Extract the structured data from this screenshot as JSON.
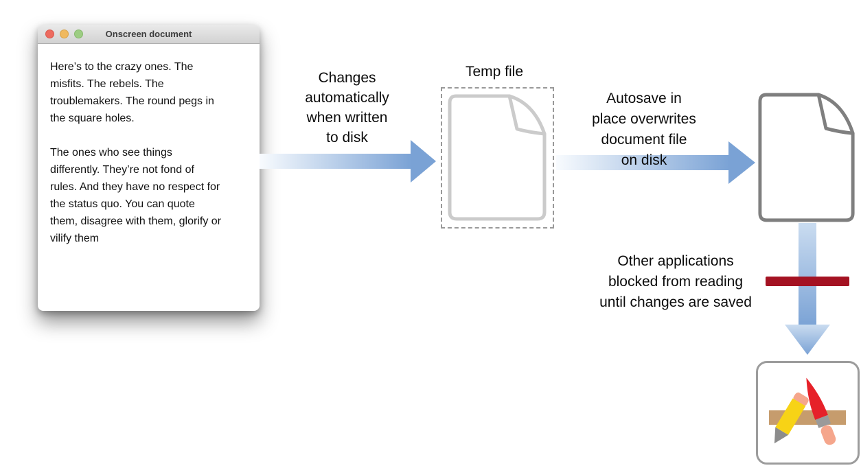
{
  "page": {
    "background": "#ffffff"
  },
  "window": {
    "title": "Onscreen document",
    "body_text": "Here’s to the crazy ones. The\nmisfits. The rebels. The\ntroublemakers. The round pegs in\nthe square holes.\n\nThe ones who see things\ndifferently. They’re not fond of\nrules. And they have no respect for\nthe status quo. You can quote\nthem, disagree with them, glorify or\nvilify them",
    "traffic_lights": [
      {
        "name": "close",
        "color": "#ed6b5f"
      },
      {
        "name": "minimize",
        "color": "#f0b95e"
      },
      {
        "name": "zoom",
        "color": "#9dcd83"
      }
    ]
  },
  "flow": {
    "step1_label": "Changes\nautomatically\nwhen written\nto disk",
    "temp_file_label": "Temp file",
    "step2_label": "Autosave in\nplace overwrites\ndocument file\non disk",
    "blocked_label": "Other applications\nblocked from reading\nuntil changes are saved"
  },
  "icons": {
    "temp_document": "document-page-folded-corner",
    "saved_document": "document-page-folded-corner",
    "applications": "pencil-brush-ruler-app-icon",
    "arrow_right_1": "gradient-arrow-right",
    "arrow_right_2": "gradient-arrow-right",
    "arrow_down": "gradient-arrow-down",
    "block_bar": "red-block-bar"
  },
  "colors": {
    "arrow_blue": "#7aa2d5",
    "arrow_gradient_start": "#f8fbfe",
    "block_bar_red": "#a41222",
    "document_outline": "#7f7f7f",
    "temp_document_outline": "#cbcbcb",
    "dashed_border": "#999999",
    "titlebar_top": "#eaeaea",
    "titlebar_bottom": "#d2d2d2",
    "ruler_tan": "#c69c6d",
    "pencil_yellow": "#f7d316",
    "eraser_pink": "#f5a68c",
    "brush_red": "#e62129",
    "metal_grey": "#9a9a9a",
    "pencil_tip_grey": "#8c8c8c"
  }
}
